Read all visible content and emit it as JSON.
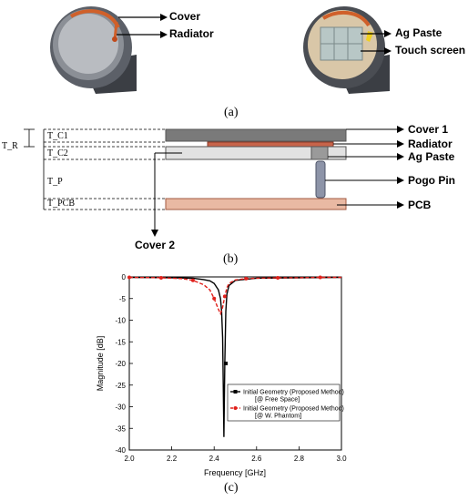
{
  "panel_a": {
    "device1_labels": [
      "Cover",
      "Radiator"
    ],
    "device2_labels": [
      "Ag Paste",
      "Touch screen"
    ],
    "caption": "(a)"
  },
  "panel_b": {
    "dims": [
      "T_R",
      "T_C1",
      "T_C2",
      "T_P",
      "T_PCB"
    ],
    "layer_labels": [
      "Cover 1",
      "Radiator",
      "Ag Paste",
      "Pogo Pin",
      "PCB"
    ],
    "cover2_label": "Cover 2",
    "caption": "(b)"
  },
  "panel_c": {
    "caption": "(c)"
  },
  "chart_data": {
    "type": "line",
    "title": "",
    "xlabel": "Frequency [GHz]",
    "ylabel": "Magnitude [dB]",
    "xlim": [
      2.0,
      3.0
    ],
    "ylim": [
      -40,
      0
    ],
    "xticks": [
      "2.0",
      "2.2",
      "2.4",
      "2.6",
      "2.8",
      "3.0"
    ],
    "yticks": [
      "0",
      "-5",
      "-10",
      "-15",
      "-20",
      "-25",
      "-30",
      "-35",
      "-40"
    ],
    "legend_position": "bottom-right",
    "series": [
      {
        "name": "Initial Geometry (Proposed Method)",
        "name_note": "[@ Free Space]",
        "color": "#000000",
        "style": "solid",
        "marker": "square",
        "x": [
          2.0,
          2.2,
          2.3,
          2.35,
          2.38,
          2.4,
          2.42,
          2.43,
          2.435,
          2.44,
          2.443,
          2.446,
          2.45,
          2.455,
          2.46,
          2.47,
          2.5,
          2.6,
          3.0
        ],
        "y": [
          -0.1,
          -0.2,
          -0.3,
          -0.6,
          -0.9,
          -1.5,
          -3,
          -5,
          -8,
          -14,
          -25,
          -37,
          -20,
          -8,
          -4,
          -2,
          -0.8,
          -0.3,
          -0.1
        ]
      },
      {
        "name": "Initial Geometry (Proposed Method)",
        "name_note": "[@ W. Phantom]",
        "color": "#e0201b",
        "style": "dashed",
        "marker": "circle",
        "x": [
          2.0,
          2.15,
          2.25,
          2.3,
          2.35,
          2.38,
          2.4,
          2.42,
          2.43,
          2.44,
          2.45,
          2.46,
          2.47,
          2.5,
          2.55,
          2.6,
          2.7,
          2.8,
          2.9,
          3.0
        ],
        "y": [
          -0.1,
          -0.2,
          -0.4,
          -0.8,
          -1.8,
          -3.0,
          -5.0,
          -7.5,
          -8.5,
          -7.0,
          -4.5,
          -2.5,
          -1.5,
          -0.7,
          -0.4,
          -0.3,
          -0.2,
          -0.2,
          -0.1,
          -0.1
        ],
        "markers_x": [
          2.0,
          2.15,
          2.3,
          2.4,
          2.45,
          2.55,
          2.7,
          2.9
        ]
      }
    ]
  }
}
